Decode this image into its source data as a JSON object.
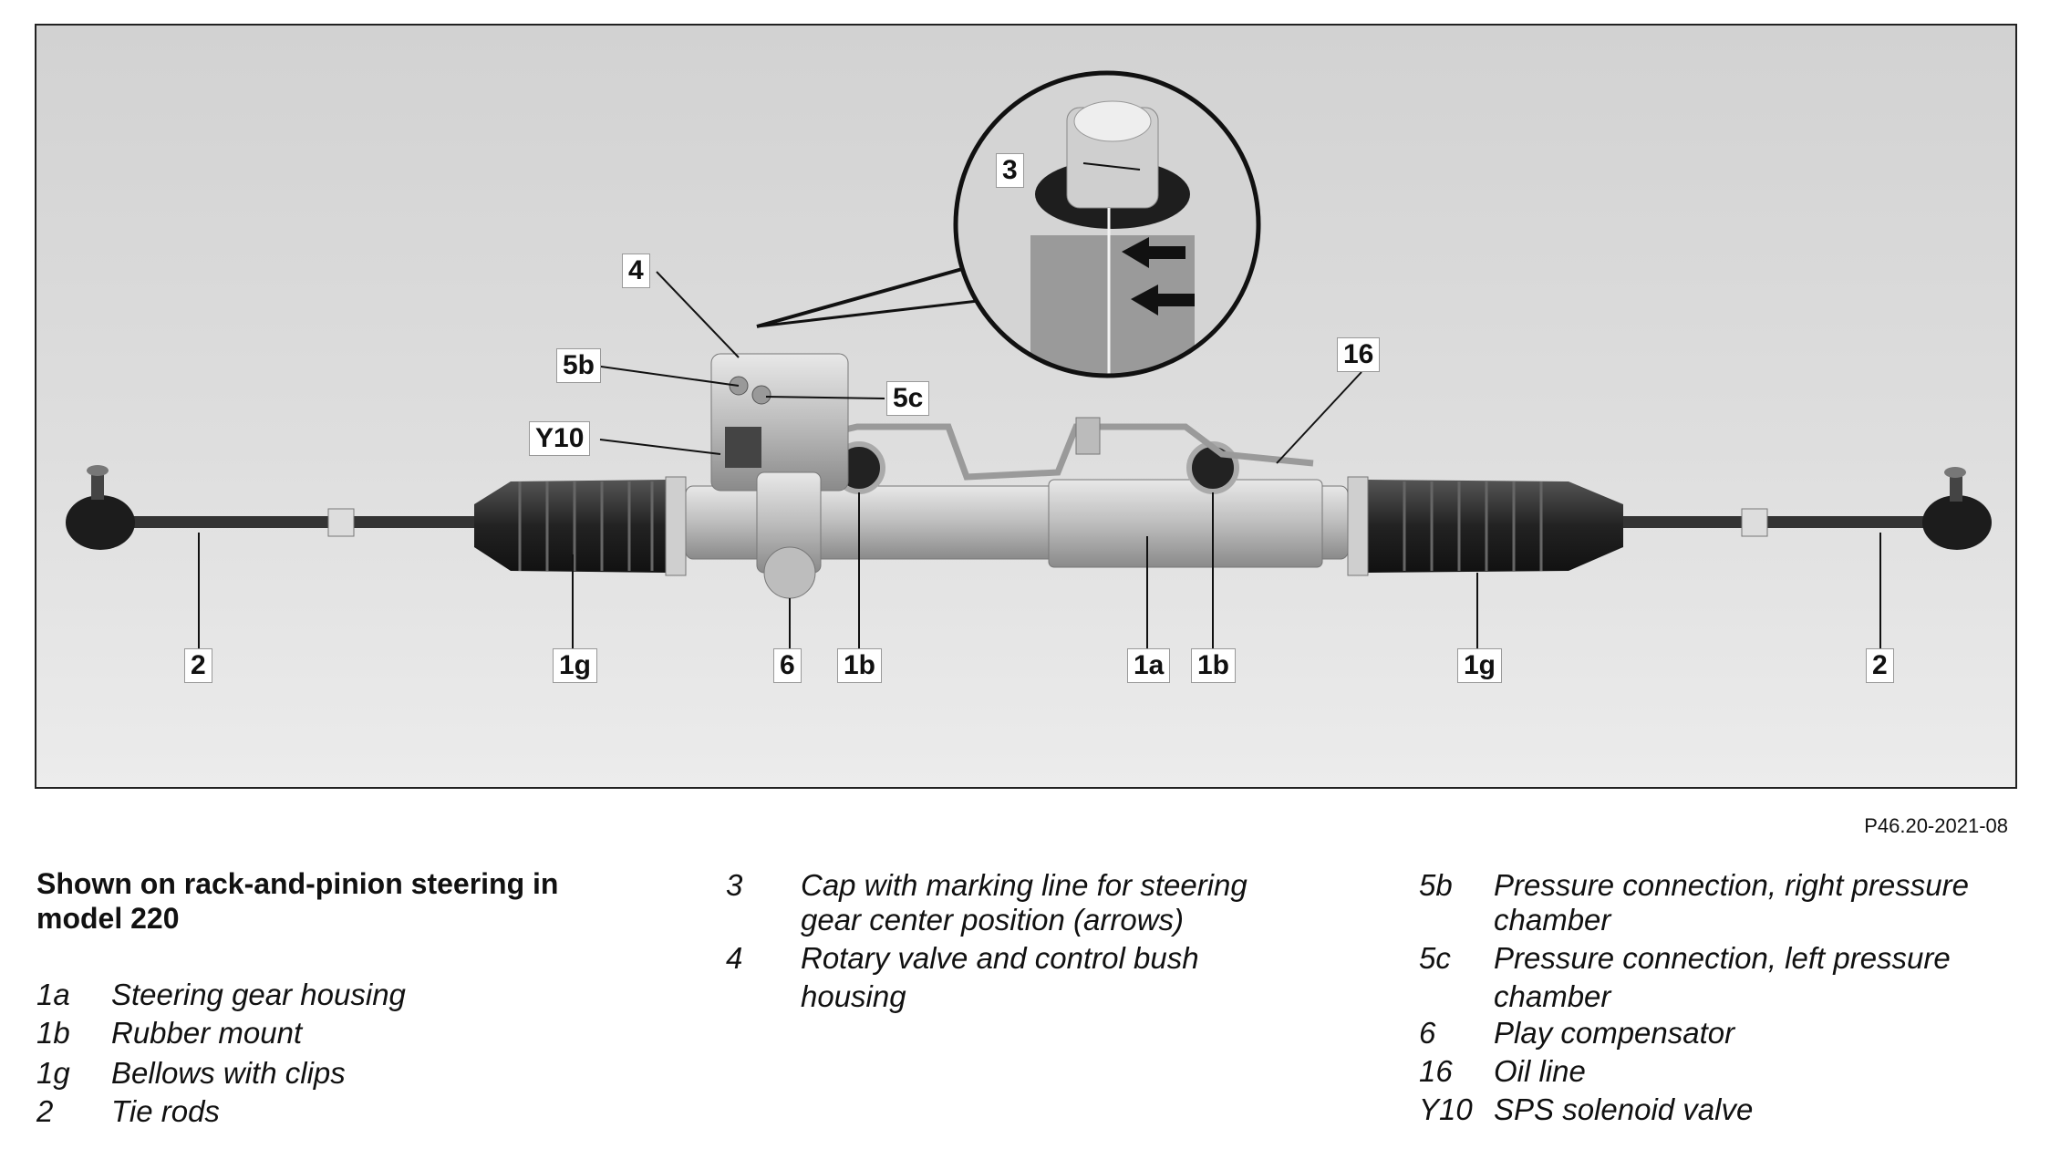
{
  "figure_code": "P46.20-2021-08",
  "legend_title": "Shown on rack-and-pinion steering in model 220",
  "callouts": {
    "c3": "3",
    "c4": "4",
    "c5b": "5b",
    "c5c": "5c",
    "cY10": "Y10",
    "c16": "16",
    "c2_left": "2",
    "c1g_left": "1g",
    "c6": "6",
    "c1b_left": "1b",
    "c1a": "1a",
    "c1b_right": "1b",
    "c1g_right": "1g",
    "c2_right": "2"
  },
  "legend": {
    "col1": [
      {
        "key": "1a",
        "text": "Steering gear housing"
      },
      {
        "key": "1b",
        "text": "Rubber mount"
      },
      {
        "key": "1g",
        "text": "Bellows with clips"
      },
      {
        "key": "2",
        "text": "Tie rods"
      }
    ],
    "col2": [
      {
        "key": "3",
        "line1": "Cap with marking line for steering",
        "line2": "gear center position (arrows)"
      },
      {
        "key": "4",
        "line1": "Rotary valve and control bush",
        "line2": "housing"
      }
    ],
    "col3": [
      {
        "key": "5b",
        "line1": "Pressure connection, right pressure",
        "line2": "chamber"
      },
      {
        "key": "5c",
        "line1": "Pressure connection, left pressure",
        "line2": "chamber"
      },
      {
        "key": "6",
        "text": "Play compensator"
      },
      {
        "key": "16",
        "text": "Oil line"
      },
      {
        "key": "Y10",
        "text": "SPS solenoid valve"
      }
    ]
  }
}
